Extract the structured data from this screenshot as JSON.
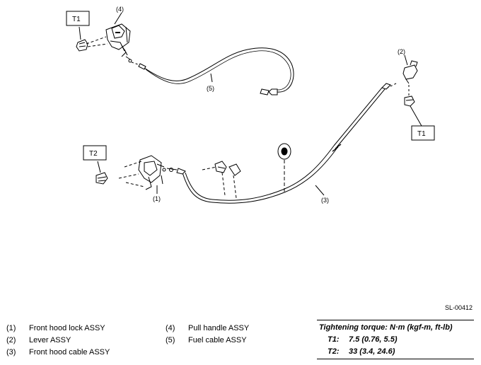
{
  "diagram": {
    "callouts": {
      "c1": "(1)",
      "c2": "(2)",
      "c3": "(3)",
      "c4": "(4)",
      "c5": "(5)"
    },
    "torque_tags": {
      "top_left": "T1",
      "right": "T1",
      "lower_left": "T2"
    }
  },
  "figure_code": "SL-00412",
  "legend": {
    "left": [
      {
        "num": "(1)",
        "label": "Front hood lock ASSY"
      },
      {
        "num": "(2)",
        "label": "Lever ASSY"
      },
      {
        "num": "(3)",
        "label": "Front hood cable ASSY"
      }
    ],
    "right": [
      {
        "num": "(4)",
        "label": "Pull handle ASSY"
      },
      {
        "num": "(5)",
        "label": "Fuel cable ASSY"
      }
    ]
  },
  "torque": {
    "heading": "Tightening torque: N·m (kgf-m, ft-lb)",
    "items": [
      {
        "key": "T1:",
        "value": "7.5 (0.76, 5.5)"
      },
      {
        "key": "T2:",
        "value": "33 (3.4, 24.6)"
      }
    ]
  }
}
